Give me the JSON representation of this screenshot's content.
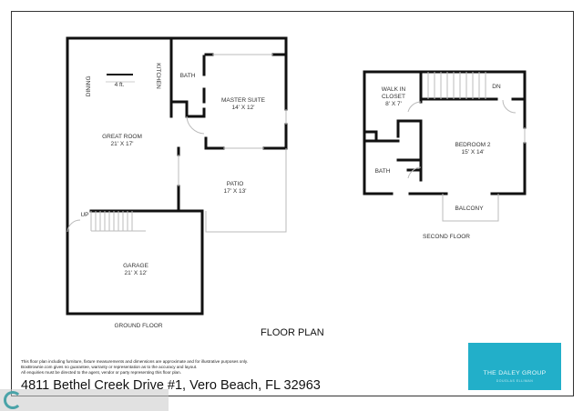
{
  "ground_floor": {
    "label": "GROUND FLOOR",
    "rooms": [
      {
        "name": "GREAT ROOM",
        "dims": "21' X 17'"
      },
      {
        "name": "MASTER SUITE",
        "dims": "14' X 12'"
      },
      {
        "name": "PATIO",
        "dims": "17' X 13'"
      },
      {
        "name": "GARAGE",
        "dims": "21' X 12'"
      },
      {
        "name": "BATH"
      }
    ],
    "dining": "DINING",
    "kitchen": "KITCHEN",
    "scale": "4 ft.",
    "stairs": "UP"
  },
  "second_floor": {
    "label": "SECOND FLOOR",
    "rooms": [
      {
        "name": "WALK IN CLOSET",
        "dims": "8' X 7'"
      },
      {
        "name": "BEDROOM 2",
        "dims": "15' X 14'"
      },
      {
        "name": "BATH"
      },
      {
        "name": "BALCONY"
      }
    ],
    "stairs": "DN"
  },
  "title": "FLOOR PLAN",
  "disclaimer": [
    "This floor plan including furniture, fixture measurements and dimensions are approximate and for illustrative purposes only.",
    "BoxBrownie.com gives no guarantee, warranty or representation as to the accuracy and layout.",
    "All enquiries must be directed to the agent, vendor or party representing this floor plan."
  ],
  "address": "4811 Bethel Creek Drive #1, Vero Beach, FL 32963",
  "logo": {
    "name": "THE DALEY GROUP",
    "sub": "DOUGLAS ELLIMAN",
    "color": "#22afc9"
  }
}
